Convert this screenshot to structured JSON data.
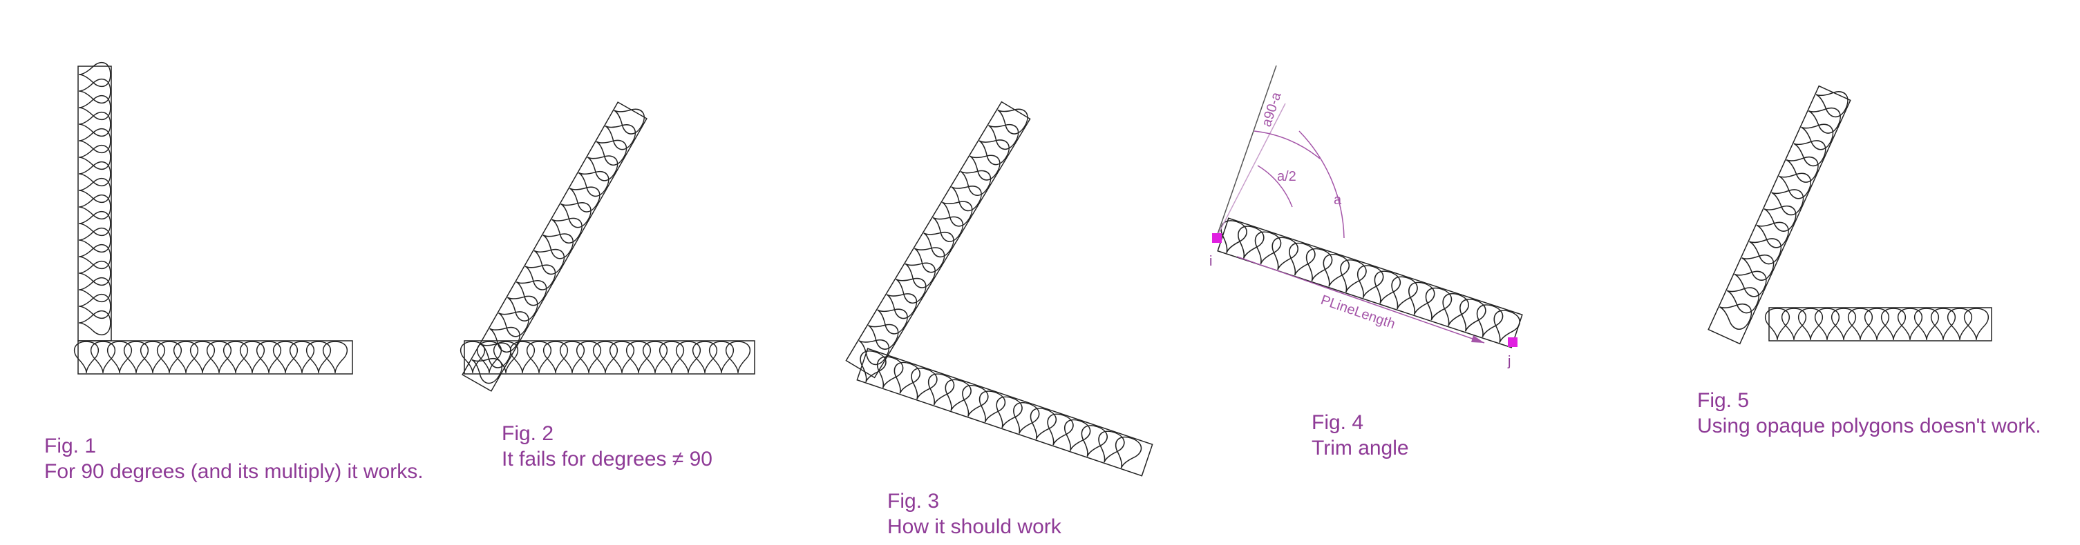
{
  "colors": {
    "stroke": "#222222",
    "accent": "#a455a8",
    "accent_light": "#c9a0cc",
    "handle": "#e020e0",
    "caption": "#8e3a96"
  },
  "figures": [
    {
      "id": "fig1",
      "title": "Fig. 1",
      "caption": "For 90 degrees (and its multiply) it works."
    },
    {
      "id": "fig2",
      "title": "Fig. 2",
      "caption": "It fails for degrees ≠ 90"
    },
    {
      "id": "fig3",
      "title": "Fig. 3",
      "caption": "How it should work"
    },
    {
      "id": "fig4",
      "title": "Fig. 4",
      "caption": "Trim angle"
    },
    {
      "id": "fig5",
      "title": "Fig. 5",
      "caption": "Using opaque polygons doesn't work."
    }
  ],
  "annotations": {
    "a90": "a90-a",
    "a_half": "a/2",
    "a": "a",
    "point_i": "i",
    "point_j": "j",
    "pline_length": "PLineLength"
  }
}
